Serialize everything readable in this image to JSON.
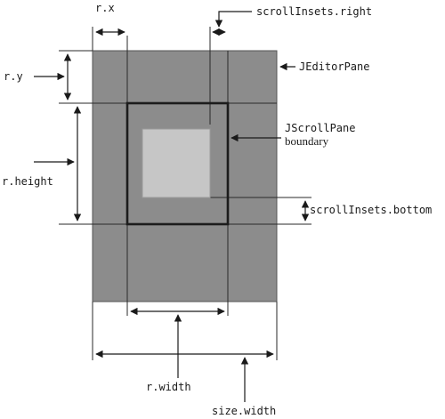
{
  "labels": {
    "rx": "r.x",
    "ry": "r.y",
    "rheight": "r.height",
    "rwidth": "r.width",
    "size_width": "size.width",
    "scroll_insets_right": "scrollInsets.right",
    "scroll_insets_bottom": "scrollInsets.bottom",
    "jeditorpane": "JEditorPane",
    "jscrollpane": "JScrollPane",
    "boundary": "boundary"
  },
  "colors": {
    "editor_fill": "#8c8c8c",
    "scroll_border": "#1c1c1c",
    "viewport_fill": "#c6c6c6",
    "line": "#1a1a1a"
  }
}
